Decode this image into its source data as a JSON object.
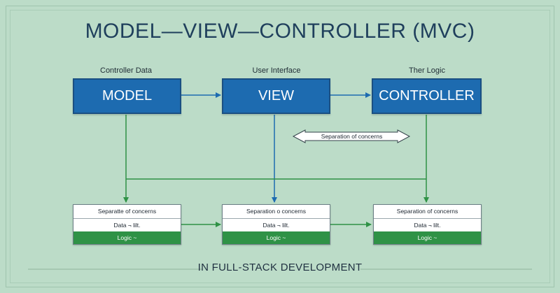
{
  "title": "MODEL—VIEW—CONTROLLER (MVC)",
  "colors": {
    "background": "#bcdcc8",
    "box_fill": "#1d6bb0",
    "box_border": "#1a4f82",
    "arrow_blue": "#1d6bb0",
    "line_green": "#2f9246",
    "logic_fill": "#2f9246"
  },
  "components": [
    {
      "label": "Controller Data",
      "name": "MODEL"
    },
    {
      "label": "User Interface",
      "name": "VIEW"
    },
    {
      "label": "Ther Logic",
      "name": "CONTROLLER"
    }
  ],
  "separation_label": "Separation of concerns",
  "cards": [
    {
      "row1": "Separatte of concerns",
      "row2": "Data ¬ lilt.",
      "row3": "Logic ~"
    },
    {
      "row1": "Separation o concerns",
      "row2": "Data ¬ lilt.",
      "row3": "Logic ~"
    },
    {
      "row1": "Separation of concerns",
      "row2": "Data ¬ lilt.",
      "row3": "Logic ~"
    }
  ],
  "footer": "IN FULL-STACK DEVELOPMENT"
}
